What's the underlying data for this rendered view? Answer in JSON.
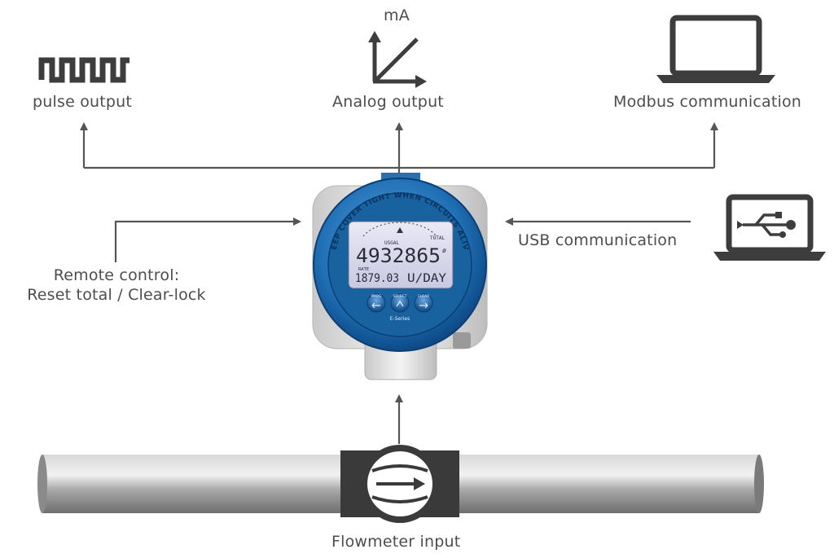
{
  "labels": {
    "pulse_output": "pulse output",
    "analog_output": "Analog output",
    "analog_unit": "mA",
    "modbus": "Modbus communication",
    "usb": "USB communication",
    "remote_line1": "Remote control:",
    "remote_line2": "Reset total / Clear-lock",
    "flowmeter": "Flowmeter input"
  },
  "device": {
    "bezel_text": "KEEP COVER TIGHT WHEN CIRCUITS ALIVE",
    "total_unit": "USGAL",
    "total_tag": "TOTAL",
    "total_value": "4932865",
    "total_suffix": "ø",
    "rate_tag": "RATE",
    "rate_value": "1879.03",
    "rate_unit": "U/DAY",
    "btn_prog": "PROG",
    "btn_select": "SELECT",
    "btn_clear": "CLEAR",
    "series": "E-Series"
  },
  "colors": {
    "arrow": "#555555",
    "icon": "#3d3d3d",
    "bezel": "#1f6fb5",
    "pipe": "#9a9a9a"
  }
}
